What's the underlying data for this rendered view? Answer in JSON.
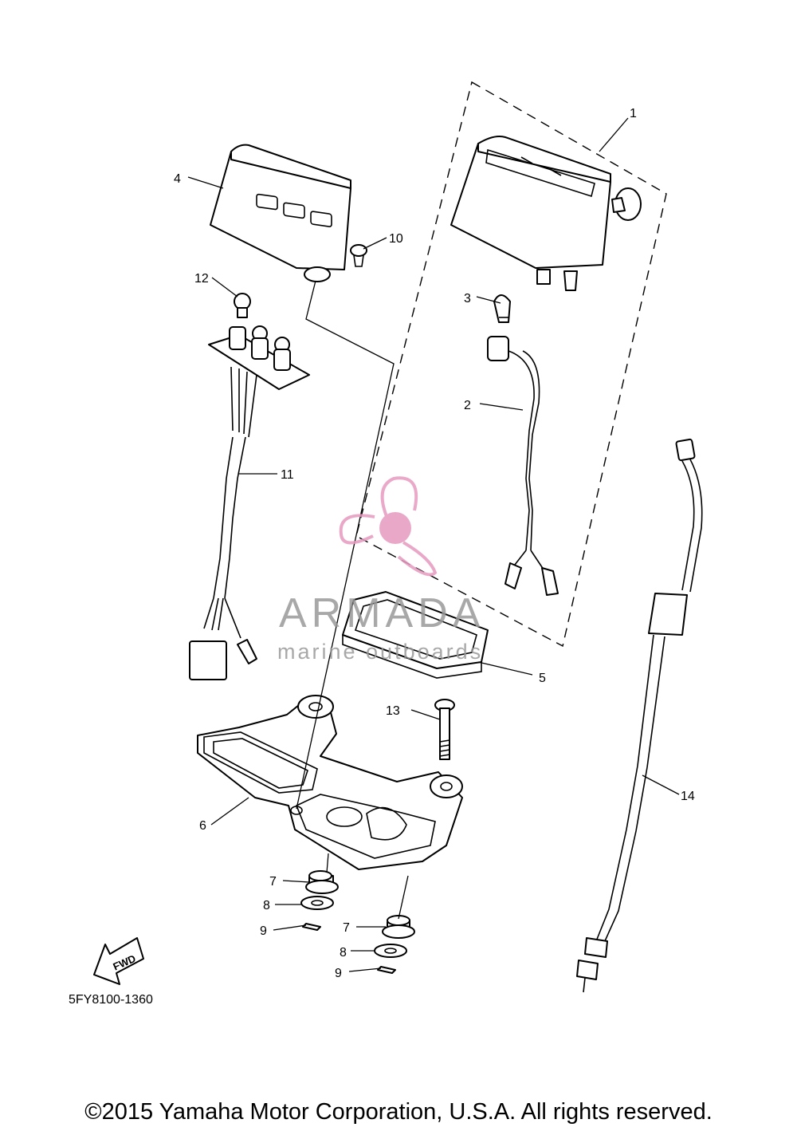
{
  "diagram": {
    "code": "5FY8100-1360",
    "fwd_label": "FWD",
    "callouts": {
      "c1": "1",
      "c2": "2",
      "c3": "3",
      "c4": "4",
      "c5": "5",
      "c6": "6",
      "c7a": "7",
      "c7b": "7",
      "c8a": "8",
      "c8b": "8",
      "c9a": "9",
      "c9b": "9",
      "c10": "10",
      "c11": "11",
      "c12": "12",
      "c13": "13",
      "c14": "14"
    }
  },
  "watermark": {
    "brand": "ARMADA",
    "tagline": "marine outboards",
    "color": "#e79ac0"
  },
  "footer": {
    "copyright": "©2015 Yamaha Motor Corporation, U.S.A. All rights reserved."
  }
}
